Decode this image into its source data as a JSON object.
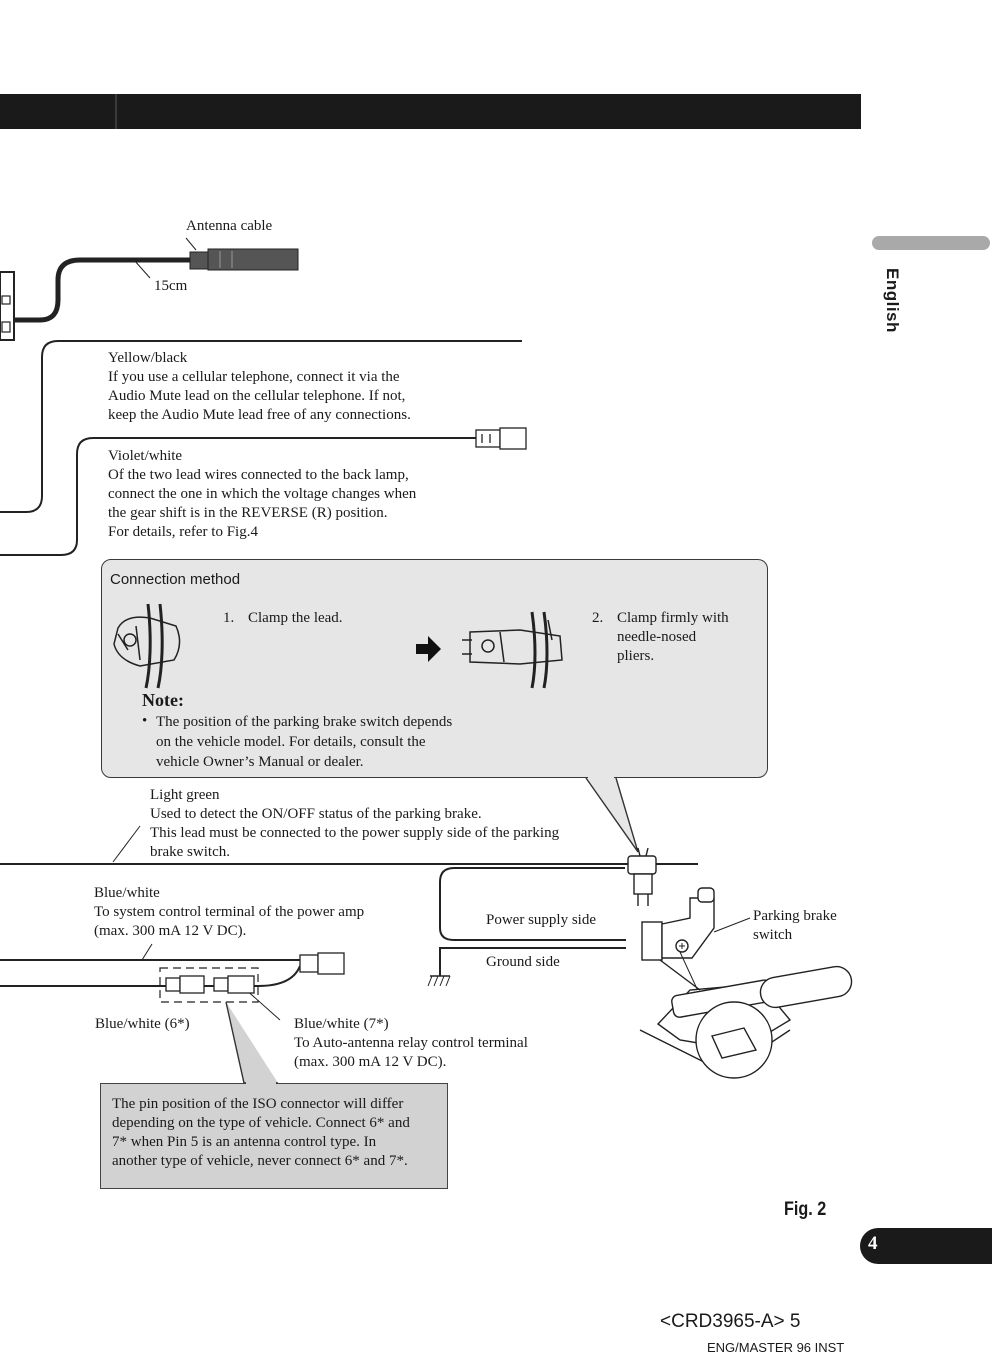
{
  "sidebar": {
    "language": "English"
  },
  "antenna": {
    "label": "Antenna cable",
    "length": "15cm"
  },
  "yellow_black": {
    "title": "Yellow/black",
    "lines": [
      "If you use a cellular telephone, connect it via the",
      "Audio Mute lead on the cellular telephone. If not,",
      "keep the Audio Mute lead free of any connections."
    ]
  },
  "violet_white": {
    "title": "Violet/white",
    "lines": [
      "Of the two lead wires connected to the back lamp,",
      "connect the one in which the voltage changes when",
      "the gear shift is in the REVERSE (R) position.",
      "For details, refer to Fig.4"
    ]
  },
  "connection": {
    "heading": "Connection method",
    "step1_num": "1.",
    "step1": "Clamp the lead.",
    "step2_num": "2.",
    "step2_lines": [
      "Clamp firmly with",
      "needle-nosed",
      "pliers."
    ],
    "note_title": "Note:",
    "note_bullet": "•",
    "note_lines": [
      "The position of the parking brake switch depends",
      "on the vehicle model. For details, consult the",
      "vehicle Owner’s Manual or dealer."
    ]
  },
  "light_green": {
    "title": "Light green",
    "lines": [
      "Used to detect the ON/OFF status of the parking brake.",
      "This lead must be connected to the power supply side of the parking",
      "brake switch."
    ]
  },
  "blue_white": {
    "title": "Blue/white",
    "lines": [
      "To system control terminal of the power amp",
      "(max. 300 mA 12 V DC)."
    ]
  },
  "power_supply_side": "Power supply side",
  "ground_side": "Ground side",
  "parking_brake_switch": [
    "Parking brake",
    "switch"
  ],
  "blue_white_6": "Blue/white (6*)",
  "blue_white_7": {
    "title": "Blue/white (7*)",
    "lines": [
      "To Auto-antenna relay control terminal",
      "(max. 300 mA 12 V DC)."
    ]
  },
  "iso_note": [
    "The pin position of the ISO connector will differ",
    "depending on the type of vehicle. Connect 6* and",
    "7* when Pin 5 is an antenna control type. In",
    "another type of vehicle, never connect 6* and 7*."
  ],
  "figure": "Fig. 2",
  "page_number": "4",
  "footer": {
    "code": "<CRD3965-A> 5",
    "master": "ENG/MASTER 96 INST"
  }
}
